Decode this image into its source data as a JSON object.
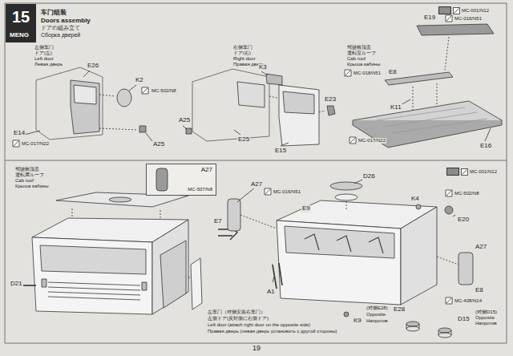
{
  "diagram": {
    "nodes": [
      {
        "text": [
          "15"
        ]
      },
      {
        "text": [
          "A27",
          "MC-507/N8"
        ]
      }
    ],
    "labels": [
      "MENG",
      "车门组装",
      "Doors assembly",
      "ドアの組み立て",
      "Сборка дверей",
      "左侧车门",
      "ドア(左)",
      "Left door",
      "Левая дверь",
      "E26",
      "K2",
      "MC-502/N8",
      "E14",
      "MC-017/N22",
      "A25",
      "右侧车门",
      "ドア(右)",
      "Right door",
      "Правая дверь",
      "K3",
      "E23",
      "A25",
      "E25",
      "E15",
      "驾驶舱顶盖",
      "運転室ルーフ",
      "Cab roof",
      "Крыша кабины",
      "E19",
      "MC-016/N51",
      "MC-018/N51",
      "E8",
      "K11",
      "MC-017/N22",
      "E16",
      "驾驶舱顶盖",
      "運転席ルーフ",
      "Cab roof",
      "Крыша кабины",
      "D21",
      "左车门（对侧安装右车门）",
      "左側ドア(反対側に右側ドア)",
      "Left door (attach right door on the opposite side)",
      "Правая дверь (левая дверь установить с другой стороны)",
      "A27",
      "E7",
      "MC-016/N51",
      "D26",
      "E9",
      "K4",
      "MC-502/N8",
      "E20",
      "A27",
      "A1",
      "E8",
      "MC-408/N14",
      "K9",
      "(对侧E28)",
      "E28",
      "Opposite",
      "Напротив",
      "D15",
      "(对侧D15)",
      "Opposite",
      "Напротив",
      "19"
    ],
    "legend": [
      {
        "text": "MC-001/N12",
        "color": "#8c8c8c"
      },
      {
        "text": "MC-001/N12",
        "color": "#8c8c8c"
      }
    ]
  }
}
